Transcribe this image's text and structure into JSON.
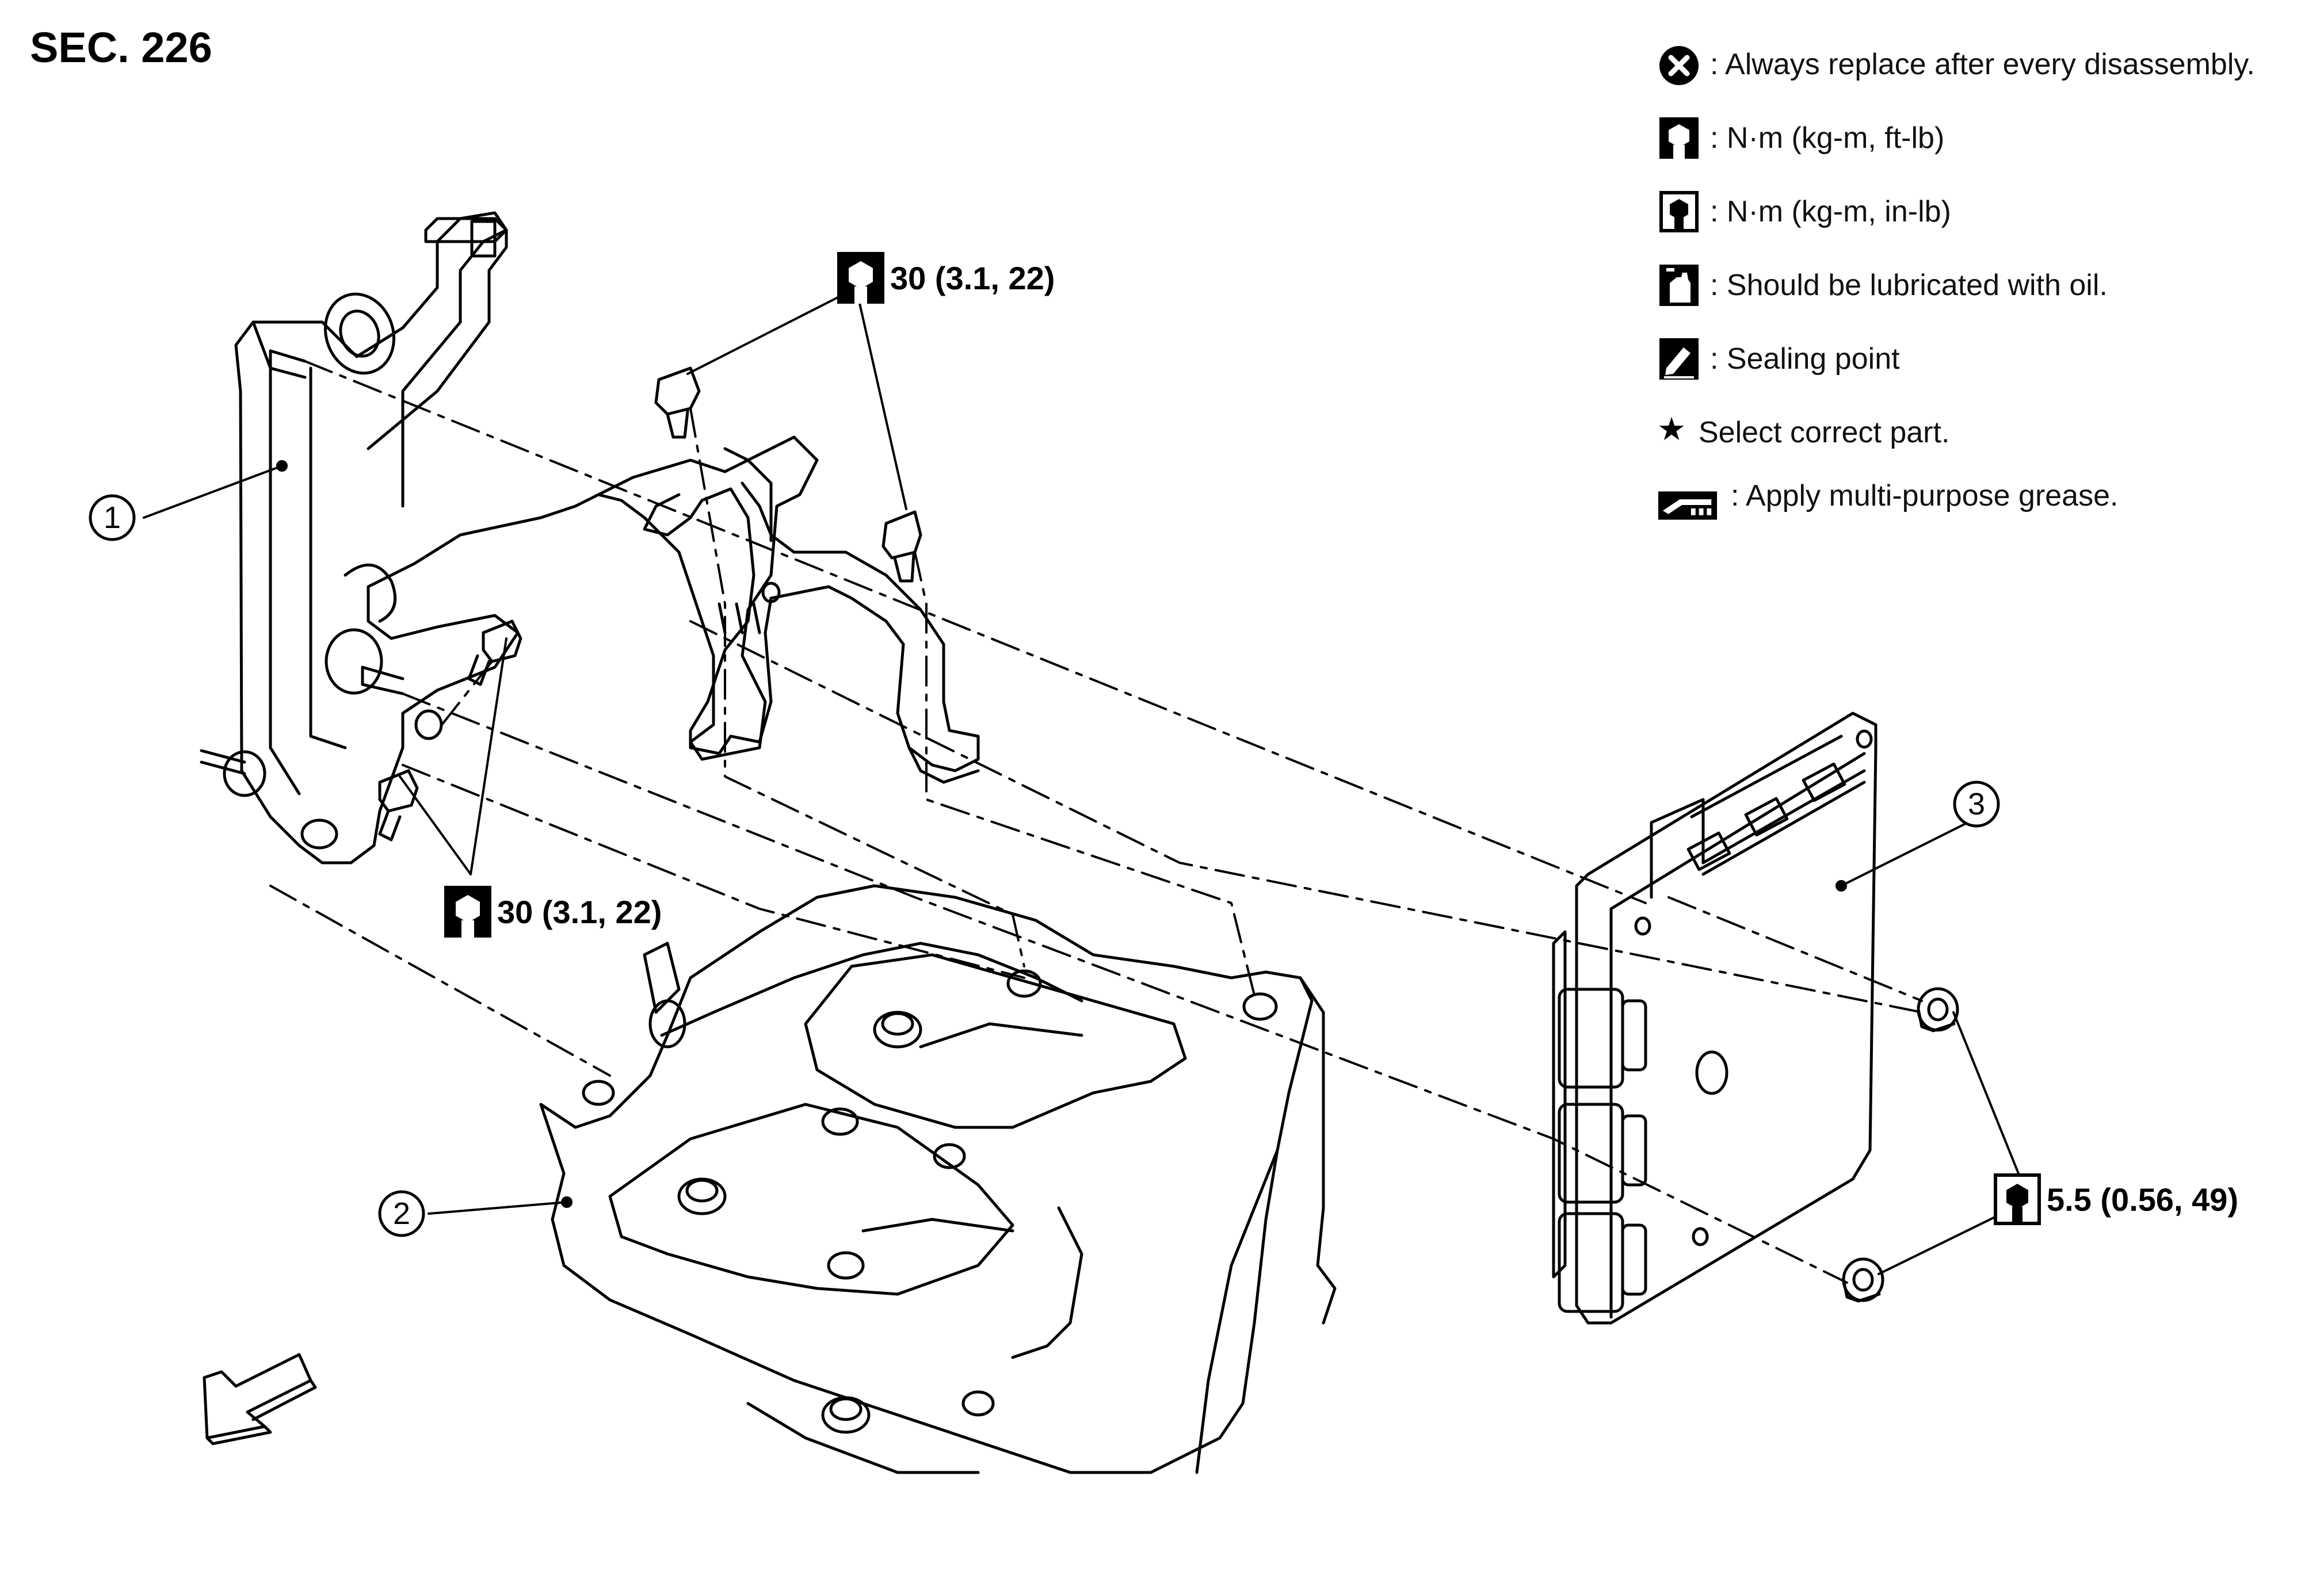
{
  "section_label": "SEC. 226",
  "legend": [
    {
      "icon": "always-replace-icon",
      "text": ": Always replace after every disassembly."
    },
    {
      "icon": "torque-ftlb-icon",
      "text": ": N·m (kg-m, ft-lb)"
    },
    {
      "icon": "torque-inlb-icon",
      "text": ": N·m (kg-m, in-lb)"
    },
    {
      "icon": "oil-can-icon",
      "text": ": Should be lubricated with oil."
    },
    {
      "icon": "sealing-point-icon",
      "text": ": Sealing point"
    },
    {
      "icon": "star-icon",
      "text": "Select correct part."
    },
    {
      "icon": "grease-icon",
      "text": ": Apply multi-purpose grease."
    }
  ],
  "callouts": {
    "c1": "1",
    "c2": "2",
    "c3": "3"
  },
  "torque_specs": {
    "upper_bolts": "30 (3.1, 22)",
    "lower_bolts": "30 (3.1, 22)",
    "ecm_nuts": "5.5 (0.56, 49)"
  },
  "legend_star_glyph": "★",
  "front_arrow_icon": "front-direction-arrow-icon"
}
